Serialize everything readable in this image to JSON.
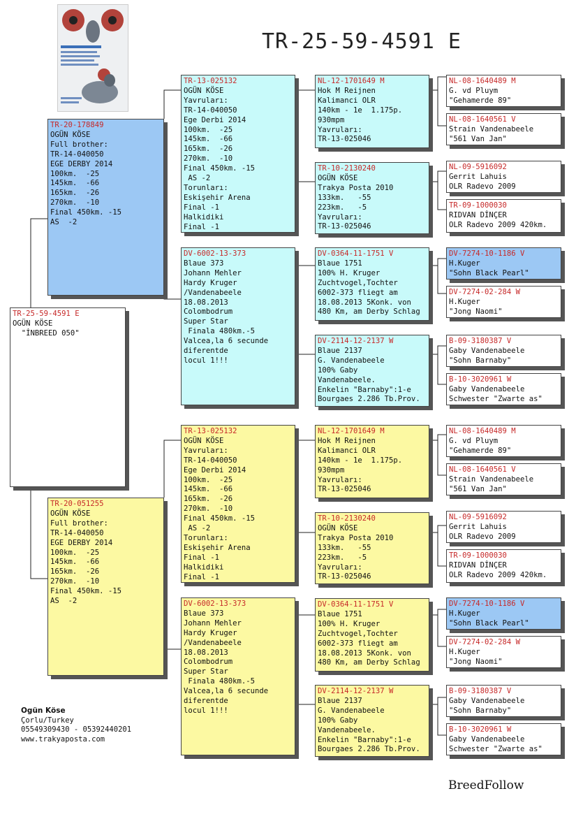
{
  "title": "TR-25-59-4591 E",
  "colors": {
    "ring": "#c62828",
    "blue": "#9cc8f4",
    "cyan": "#c8fafa",
    "yellow": "#fcf9a2"
  },
  "subject": {
    "ring": "TR-25-59-4591 E",
    "lines": [
      "OGÜN KÖSE",
      "  \"İNBREED 050\""
    ]
  },
  "sire": {
    "ring": "TR-20-178849",
    "lines": [
      "OGÜN KÖSE",
      "Full brother:",
      "TR-14-040050",
      "EGE DERBY 2014",
      "100km.  -25",
      "145km.  -66",
      "165km.  -26",
      "270km.  -10",
      "Final 450km. -15",
      "AS  -2"
    ]
  },
  "dam": {
    "ring": "TR-20-051255",
    "lines": [
      "OGÜN KÖSE",
      "Full brother:",
      "TR-14-040050",
      "EGE DERBY 2014",
      "100km.  -25",
      "145km.  -66",
      "165km.  -26",
      "270km.  -10",
      "Final 450km. -15",
      "AS  -2"
    ]
  },
  "g2": [
    {
      "ring": "TR-13-025132",
      "lines": [
        "OGÜN KÖSE",
        "Yavruları:",
        "TR-14-040050",
        "Ege Derbi 2014",
        "100km.  -25",
        "145km.  -66",
        "165km.  -26",
        "270km.  -10",
        "Final 450km. -15",
        " AS -2",
        "Torunları:",
        "Eskişehir Arena",
        "Final -1",
        "Halkidiki",
        "Final -1"
      ]
    },
    {
      "ring": "DV-6002-13-373",
      "lines": [
        "Blaue 373",
        "Johann Mehler",
        "Hardy Kruger",
        "/Vandenabeele",
        "18.08.2013",
        "Colombodrum",
        "Super Star",
        " Finala 480km.-5",
        "Valcea,la 6 secunde",
        "diferentde",
        "locul 1!!!"
      ]
    },
    {
      "ring": "TR-13-025132",
      "lines": [
        "OGÜN KÖSE",
        "Yavruları:",
        "TR-14-040050",
        "Ege Derbi 2014",
        "100km.  -25",
        "145km.  -66",
        "165km.  -26",
        "270km.  -10",
        "Final 450km. -15",
        " AS -2",
        "Torunları:",
        "Eskişehir Arena",
        "Final -1",
        "Halkidiki",
        "Final -1"
      ]
    },
    {
      "ring": "DV-6002-13-373",
      "lines": [
        "Blaue 373",
        "Johann Mehler",
        "Hardy Kruger",
        "/Vandenabeele",
        "18.08.2013",
        "Colombodrum",
        "Super Star",
        " Finala 480km.-5",
        "Valcea,la 6 secunde",
        "diferentde",
        "locul 1!!!"
      ]
    }
  ],
  "g3": [
    {
      "ring": "NL-12-1701649 M",
      "lines": [
        "Hok M Reijnen",
        "Kalimanci OLR",
        "140km - 1e  1.175p.",
        "930mpm",
        "Yavruları:",
        "TR-13-025046"
      ]
    },
    {
      "ring": "TR-10-2130240",
      "lines": [
        "OGÜN KÖSE",
        "Trakya Posta 2010",
        "133km.   -55",
        "223km.   -5",
        "Yavruları:",
        "TR-13-025046"
      ]
    },
    {
      "ring": "DV-0364-11-1751 V",
      "lines": [
        "Blaue 1751",
        "100% H. Kruger",
        "Zuchtvogel,Tochter",
        "6002-373 fliegt am",
        "18.08.2013 5Konk. von",
        "480 Km, am Derby Schlag"
      ]
    },
    {
      "ring": "DV-2114-12-2137 W",
      "lines": [
        "Blaue 2137",
        "G. Vandenabeele",
        "100% Gaby",
        "Vandenabeele.",
        "Enkelin \"Barnaby\":1-e",
        "Bourgaes 2.286 Tb.Prov."
      ]
    },
    {
      "ring": "NL-12-1701649 M",
      "lines": [
        "Hok M Reijnen",
        "Kalimanci OLR",
        "140km - 1e  1.175p.",
        "930mpm",
        "Yavruları:",
        "TR-13-025046"
      ]
    },
    {
      "ring": "TR-10-2130240",
      "lines": [
        "OGÜN KÖSE",
        "Trakya Posta 2010",
        "133km.   -55",
        "223km.   -5",
        "Yavruları:",
        "TR-13-025046"
      ]
    },
    {
      "ring": "DV-0364-11-1751 V",
      "lines": [
        "Blaue 1751",
        "100% H. Kruger",
        "Zuchtvogel,Tochter",
        "6002-373 fliegt am",
        "18.08.2013 5Konk. von",
        "480 Km, am Derby Schlag"
      ]
    },
    {
      "ring": "DV-2114-12-2137 W",
      "lines": [
        "Blaue 2137",
        "G. Vandenabeele",
        "100% Gaby",
        "Vandenabeele.",
        "Enkelin \"Barnaby\":1-e",
        "Bourgaes 2.286 Tb.Prov."
      ]
    }
  ],
  "g4": [
    {
      "ring": "NL-08-1640489 M",
      "lines": [
        "G. vd Pluym",
        "\"Gehamerde 89\""
      ]
    },
    {
      "ring": "NL-08-1640561 V",
      "lines": [
        "Strain Vandenabeele",
        "\"561 Van Jan\""
      ]
    },
    {
      "ring": "NL-09-5916092",
      "lines": [
        "Gerrit Lahuis",
        "OLR Radevo 2009"
      ]
    },
    {
      "ring": "TR-09-1000030",
      "lines": [
        "RIDVAN DİNÇER",
        "OLR Radevo 2009 420km."
      ]
    },
    {
      "ring": "DV-7274-10-1186 V",
      "lines": [
        "H.Kuger",
        "\"Sohn Black Pearl\""
      ]
    },
    {
      "ring": "DV-7274-02-284 W",
      "lines": [
        "H.Kuger",
        "\"Jong Naomi\""
      ]
    },
    {
      "ring": "B-09-3180387 V",
      "lines": [
        "Gaby Vandenabeele",
        "\"Sohn Barnaby\""
      ]
    },
    {
      "ring": "B-10-3020961 W",
      "lines": [
        "Gaby Vandenabeele",
        "Schwester \"Zwarte as\""
      ]
    },
    {
      "ring": "NL-08-1640489 M",
      "lines": [
        "G. vd Pluym",
        "\"Gehamerde 89\""
      ]
    },
    {
      "ring": "NL-08-1640561 V",
      "lines": [
        "Strain Vandenabeele",
        "\"561 Van Jan\""
      ]
    },
    {
      "ring": "NL-09-5916092",
      "lines": [
        "Gerrit Lahuis",
        "OLR Radevo 2009"
      ]
    },
    {
      "ring": "TR-09-1000030",
      "lines": [
        "RIDVAN DİNÇER",
        "OLR Radevo 2009 420km."
      ]
    },
    {
      "ring": "DV-7274-10-1186 V",
      "lines": [
        "H.Kuger",
        "\"Sohn Black Pearl\""
      ]
    },
    {
      "ring": "DV-7274-02-284 W",
      "lines": [
        "H.Kuger",
        "\"Jong Naomi\""
      ]
    },
    {
      "ring": "B-09-3180387 V",
      "lines": [
        "Gaby Vandenabeele",
        "\"Sohn Barnaby\""
      ]
    },
    {
      "ring": "B-10-3020961 W",
      "lines": [
        "Gaby Vandenabeele",
        "Schwester \"Zwarte as\""
      ]
    }
  ],
  "footer": {
    "name": "Ogün Köse",
    "location": "Çorlu/Turkey",
    "phones": "05549309430 - 05392440201",
    "web": "www.trakyaposta.com"
  },
  "brand": "BreedFollow"
}
